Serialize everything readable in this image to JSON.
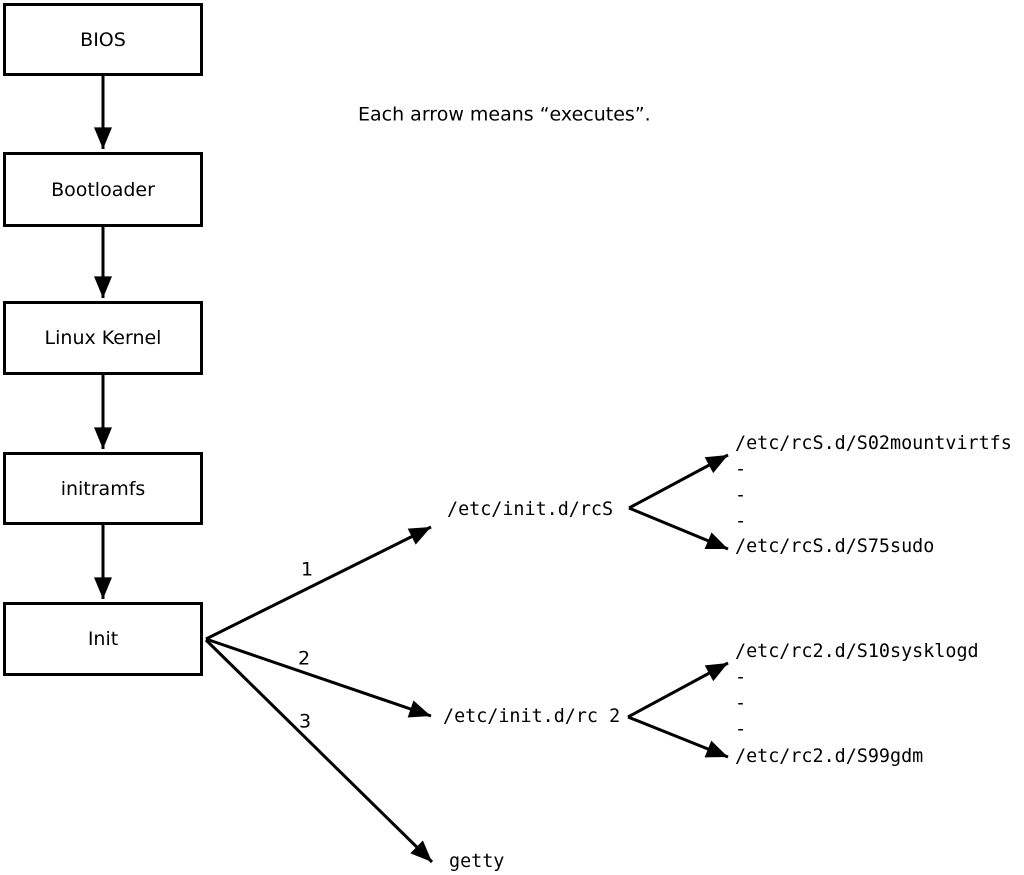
{
  "note": "Each arrow means “executes”.",
  "boxes": [
    {
      "label": "BIOS"
    },
    {
      "label": "Bootloader"
    },
    {
      "label": "Linux Kernel"
    },
    {
      "label": "initramfs"
    },
    {
      "label": "Init"
    }
  ],
  "init_branches": [
    {
      "number": "1",
      "target": "/etc/init.d/rcS"
    },
    {
      "number": "2",
      "target": "/etc/init.d/rc 2"
    },
    {
      "number": "3",
      "target": "getty"
    }
  ],
  "rcS_scripts": [
    "/etc/rcS.d/S02mountvirtfs",
    "-",
    "-",
    "-",
    "/etc/rcS.d/S75sudo"
  ],
  "rc2_scripts": [
    "/etc/rc2.d/S10sysklogd",
    "-",
    "-",
    "-",
    "/etc/rc2.d/S99gdm"
  ],
  "colors": {
    "line": "#000000",
    "background": "#ffffff",
    "box_fill": "#ffffff"
  }
}
